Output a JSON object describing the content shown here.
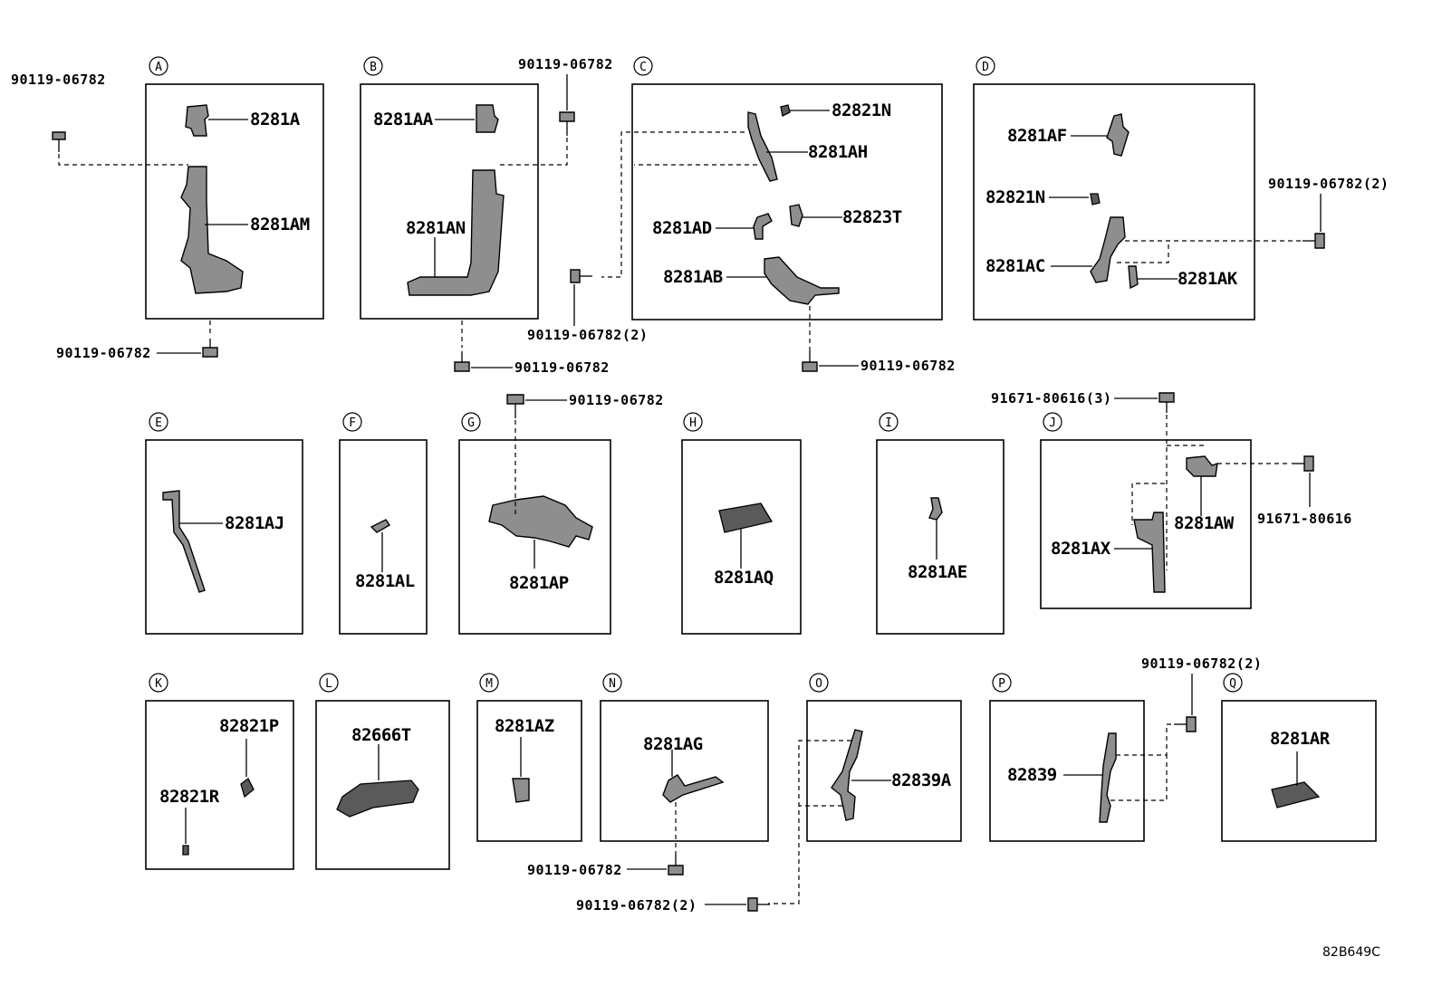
{
  "sections": [
    {
      "letter": "A",
      "parts": [
        "8281A",
        "8281AM"
      ]
    },
    {
      "letter": "B",
      "parts": [
        "8281AA",
        "8281AN"
      ]
    },
    {
      "letter": "C",
      "parts": [
        "82821N",
        "8281AH",
        "8281AD",
        "82823T",
        "8281AB"
      ]
    },
    {
      "letter": "D",
      "parts": [
        "8281AF",
        "82821N",
        "8281AC",
        "8281AK"
      ]
    },
    {
      "letter": "E",
      "parts": [
        "8281AJ"
      ]
    },
    {
      "letter": "F",
      "parts": [
        "8281AL"
      ]
    },
    {
      "letter": "G",
      "parts": [
        "8281AP"
      ]
    },
    {
      "letter": "H",
      "parts": [
        "8281AQ"
      ]
    },
    {
      "letter": "I",
      "parts": [
        "8281AE"
      ]
    },
    {
      "letter": "J",
      "parts": [
        "8281AW",
        "8281AX"
      ]
    },
    {
      "letter": "K",
      "parts": [
        "82821P",
        "82821R"
      ]
    },
    {
      "letter": "L",
      "parts": [
        "82666T"
      ]
    },
    {
      "letter": "M",
      "parts": [
        "8281AZ"
      ]
    },
    {
      "letter": "N",
      "parts": [
        "8281AG"
      ]
    },
    {
      "letter": "O",
      "parts": [
        "82839A"
      ]
    },
    {
      "letter": "P",
      "parts": [
        "82839"
      ]
    },
    {
      "letter": "Q",
      "parts": [
        "8281AR"
      ]
    }
  ],
  "bolts": {
    "a_top": "90119-06782",
    "a_bottom": "90119-06782",
    "b_top": "90119-06782",
    "b_bottom": "90119-06782",
    "c_left": "90119-06782(2)",
    "c_bottom": "90119-06782",
    "d_right": "90119-06782(2)",
    "g_top": "90119-06782",
    "j_top": "91671-80616(3)",
    "j_right": "91671-80616",
    "n_bottom": "90119-06782",
    "o_bottom": "90119-06782(2)",
    "p_top": "90119-06782(2)"
  },
  "reference_code": "82B649C"
}
